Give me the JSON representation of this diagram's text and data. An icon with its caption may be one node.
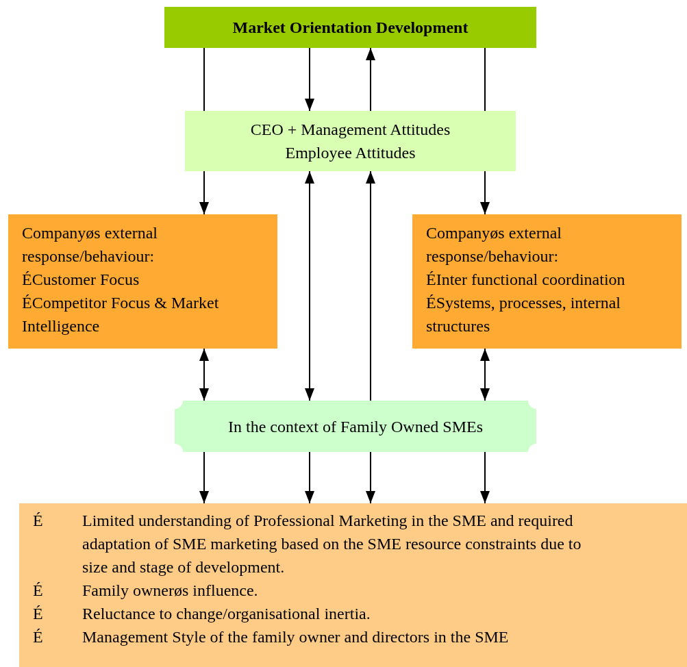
{
  "diagram": {
    "nodes": [
      {
        "text": [
          "Market Orientation Development"
        ]
      },
      {
        "text": [
          "CEO + Management Attitudes",
          "Employee Attitudes"
        ]
      },
      {
        "text": [
          "Companyøs external response/behaviour:",
          "ÉCustomer Focus",
          "ÉCompetitor Focus & Market Intelligence"
        ]
      },
      {
        "text": [
          "Companyøs external response/behaviour:",
          "ÉInter functional coordination",
          "ÉSystems, processes, internal structures"
        ]
      },
      {
        "text": [
          "In the context of Family Owned SMEs"
        ]
      },
      {
        "text": [
          "É",
          "Limited understanding of Professional Marketing in the SME and required adaptation of SME marketing based on the SME resource constraints due to size and stage of development.",
          "É",
          "Family ownerøs influence.",
          "É",
          "Reluctance to change/organisational inertia.",
          "É",
          "Management Style of the family owner and directors in the SME"
        ]
      }
    ],
    "edges": [
      {
        "from": 0,
        "to": 1,
        "arrow": "none"
      },
      {
        "from": 0,
        "to": 1,
        "arrow": "to"
      },
      {
        "from": 1,
        "to": 0,
        "arrow": "to"
      },
      {
        "from": 0,
        "to": 1,
        "arrow": "none"
      },
      {
        "from": 1,
        "to": 2,
        "arrow": "to"
      },
      {
        "from": 1,
        "to": 3,
        "arrow": "to"
      },
      {
        "from": 1,
        "to": 4,
        "arrow": "both"
      },
      {
        "from": 4,
        "to": 1,
        "arrow": "to"
      },
      {
        "from": 2,
        "to": 4,
        "arrow": "both"
      },
      {
        "from": 3,
        "to": 4,
        "arrow": "both"
      },
      {
        "from": 4,
        "to": 5,
        "arrow": "to"
      },
      {
        "from": 4,
        "to": 5,
        "arrow": "to"
      },
      {
        "from": 4,
        "to": 5,
        "arrow": "to"
      },
      {
        "from": 4,
        "to": 5,
        "arrow": "to"
      }
    ]
  }
}
